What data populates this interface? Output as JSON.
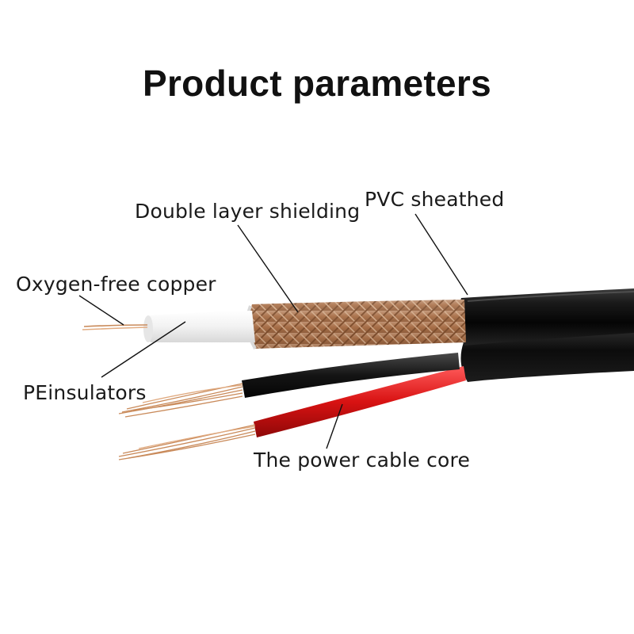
{
  "title": "Product parameters",
  "labels": {
    "shielding": "Double layer shielding",
    "sheath": "PVC sheathed",
    "copper": "Oxygen-free copper",
    "insulator": "PEinsulators",
    "power_core": "The power cable core"
  },
  "colors": {
    "sheath": "#111111",
    "braid": "#b07a52",
    "insulator": "#f4f4f4",
    "copper": "#c98a5a",
    "red_wire": "#d81212",
    "black_wire": "#141414"
  }
}
